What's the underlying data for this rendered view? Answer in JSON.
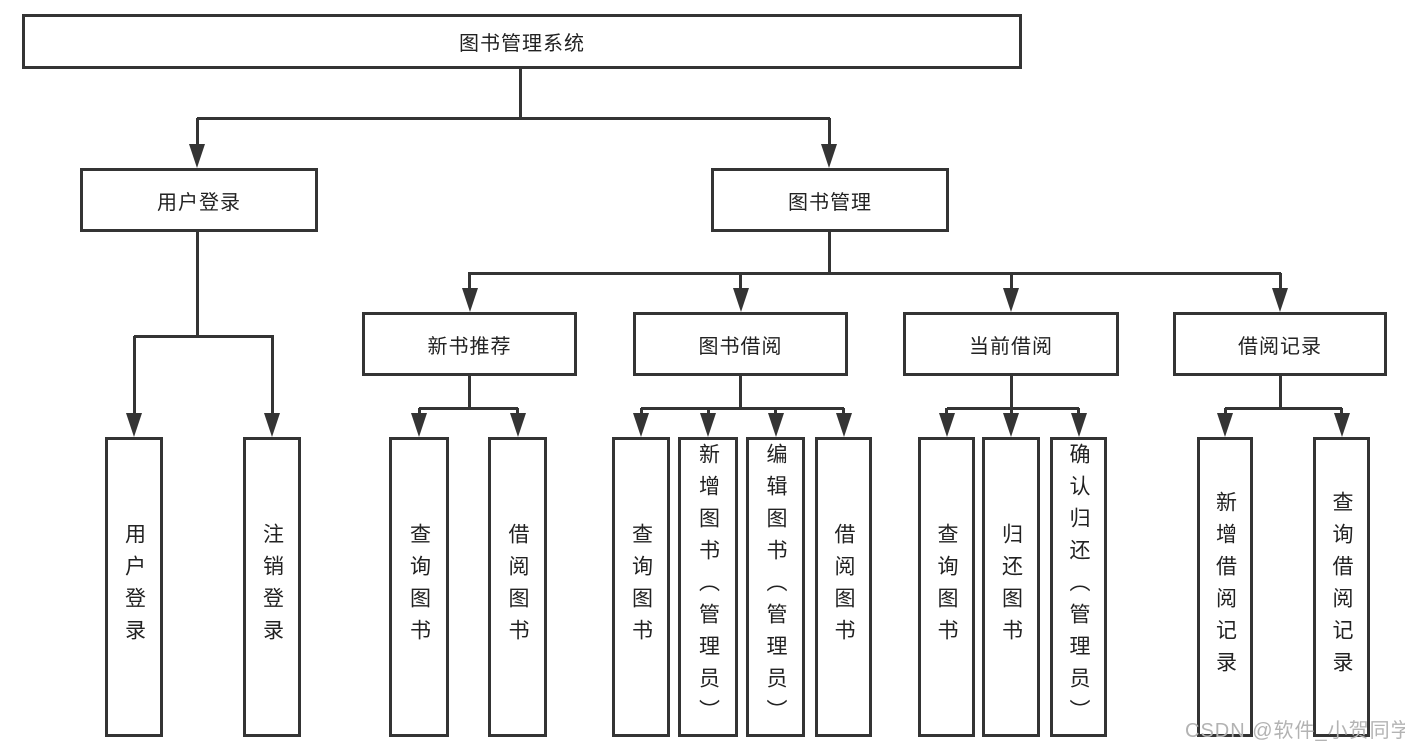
{
  "diagram_type": "hierarchy-tree",
  "tree": {
    "label": "图书管理系统",
    "children": [
      {
        "label": "用户登录",
        "children": [
          {
            "label": "用户登录"
          },
          {
            "label": "注销登录"
          }
        ]
      },
      {
        "label": "图书管理",
        "children": [
          {
            "label": "新书推荐",
            "children": [
              {
                "label": "查询图书"
              },
              {
                "label": "借阅图书"
              }
            ]
          },
          {
            "label": "图书借阅",
            "children": [
              {
                "label": "查询图书"
              },
              {
                "label": "新增图书（管理员）"
              },
              {
                "label": "编辑图书（管理员）"
              },
              {
                "label": "借阅图书"
              }
            ]
          },
          {
            "label": "当前借阅",
            "children": [
              {
                "label": "查询图书"
              },
              {
                "label": "归还图书"
              },
              {
                "label": "确认归还（管理员）"
              }
            ]
          },
          {
            "label": "借阅记录",
            "children": [
              {
                "label": "新增借阅记录"
              },
              {
                "label": "查询借阅记录"
              }
            ]
          }
        ]
      }
    ]
  },
  "watermark": "CSDN @软件_小贺同学",
  "colors": {
    "line": "#343434",
    "text": "#222222",
    "background": "#ffffff",
    "watermark": "#b3b3b3"
  }
}
